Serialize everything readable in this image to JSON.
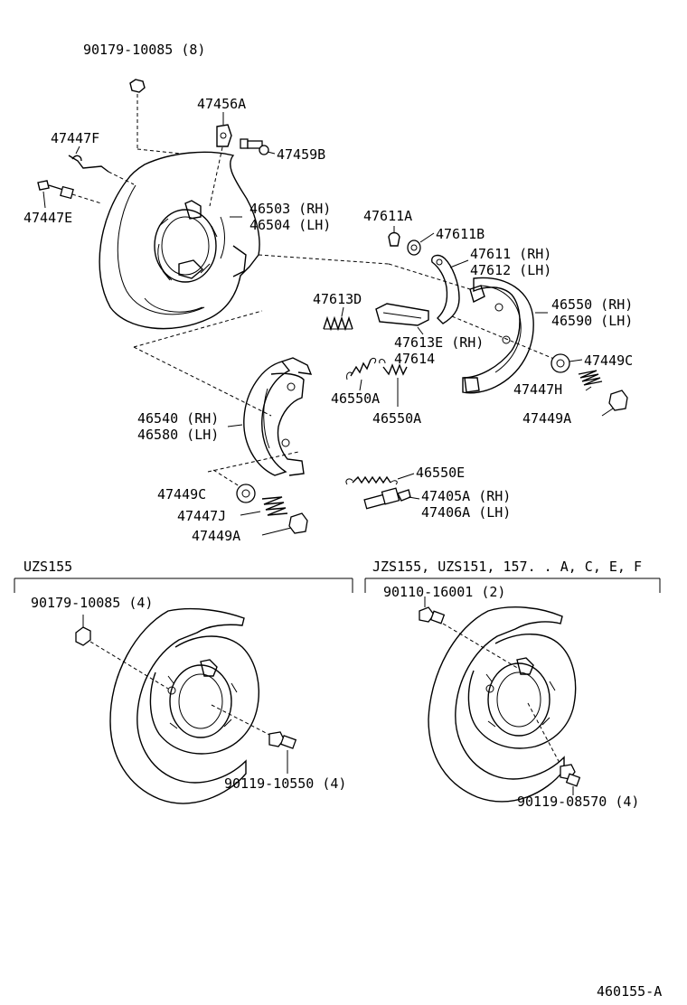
{
  "callouts": {
    "c01": "90179-10085 (8)",
    "c02": "47456A",
    "c03": "47447F",
    "c04": "47459B",
    "c05": "47447E",
    "c06": "46503 (RH)",
    "c07": "46504 (LH)",
    "c08": "47611A",
    "c09": "47611B",
    "c10": "47611 (RH)",
    "c11": "47612 (LH)",
    "c12": "47613D",
    "c13": "46550 (RH)",
    "c14": "46590 (LH)",
    "c15": "47613E (RH)",
    "c16": "47614",
    "c17": "47449C",
    "c18": "47447H",
    "c19": "46550A",
    "c20": "46550A",
    "c21": "47449A",
    "c22": "46540 (RH)",
    "c23": "46580 (LH)",
    "c24": "46550E",
    "c25": "47449C",
    "c26": "47405A (RH)",
    "c27": "47406A (LH)",
    "c28": "47447J",
    "c29": "47449A"
  },
  "sections": {
    "left_title": "UZS155",
    "right_title": "JZS155, UZS151, 157. . A, C, E, F",
    "left_c1": "90179-10085 (4)",
    "left_c2": "90119-10550 (4)",
    "right_c1": "90110-16001 (2)",
    "right_c2": "90119-08570 (4)"
  },
  "footer": {
    "figure_id": "460155-A"
  }
}
